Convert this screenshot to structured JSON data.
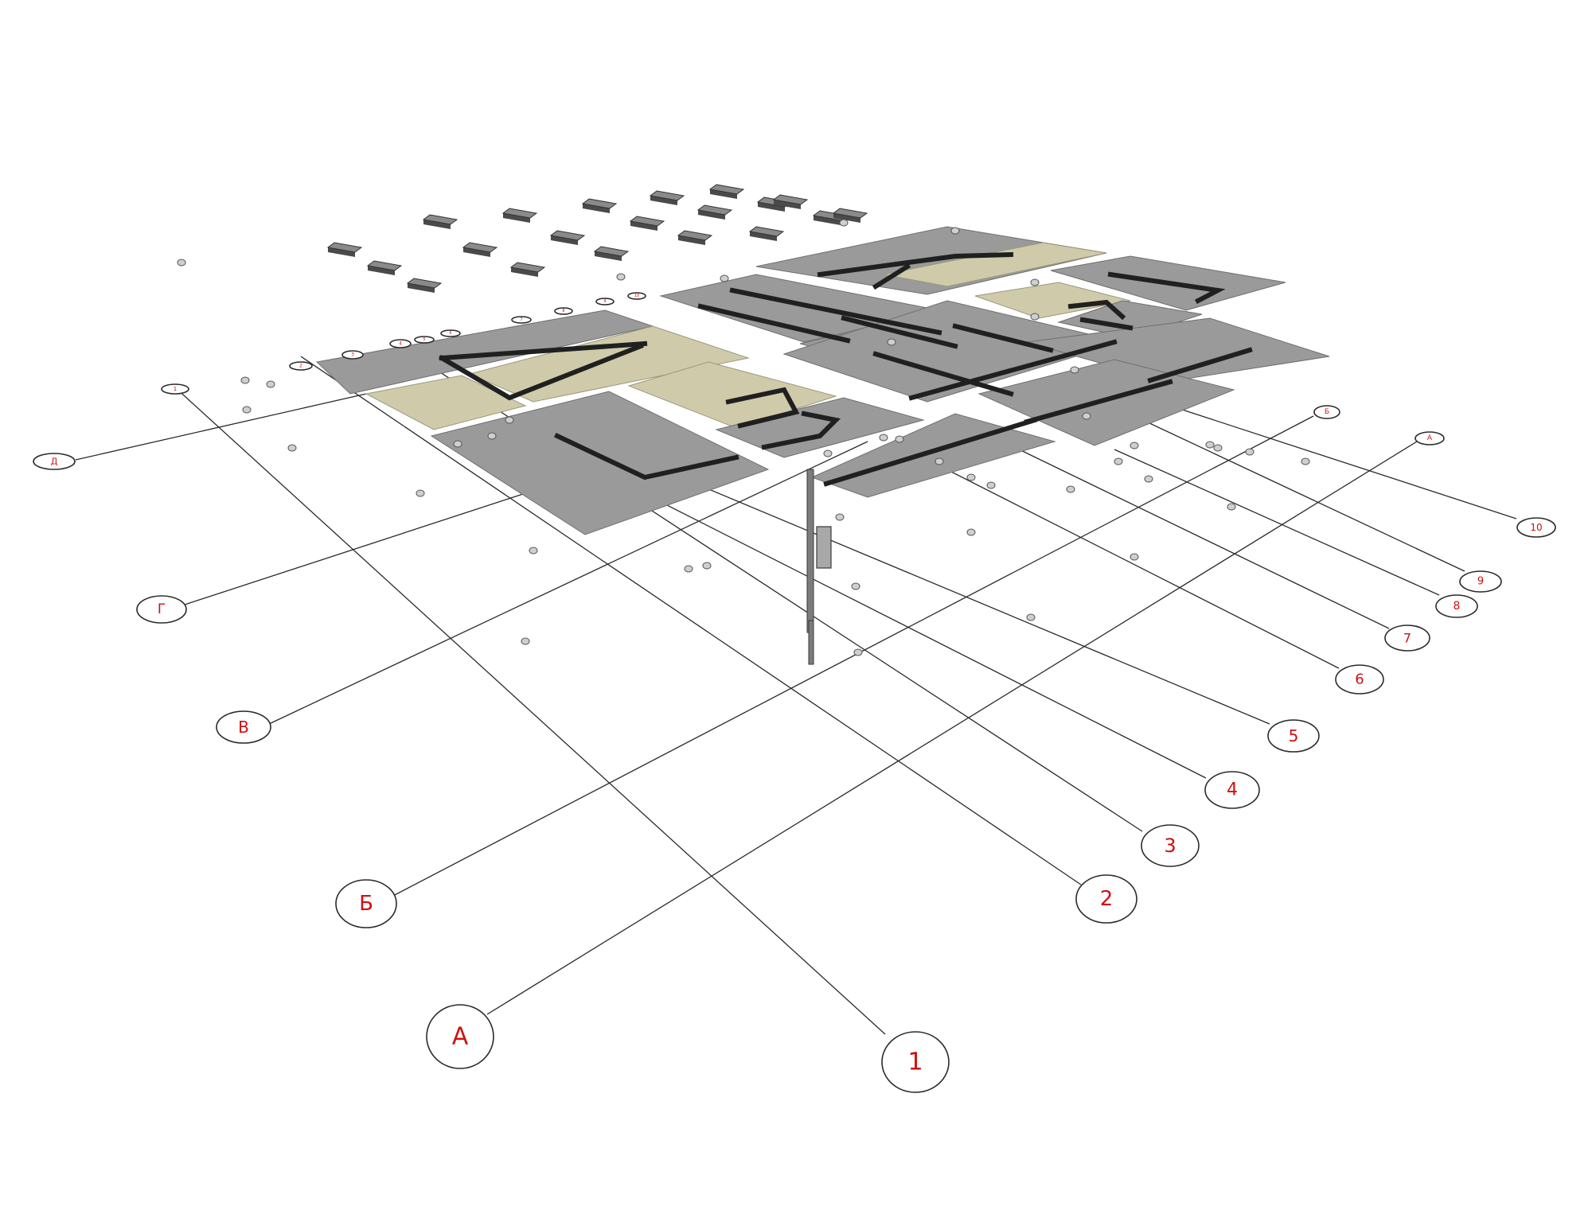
{
  "axes_letters": [
    "А",
    "Б",
    "В",
    "Г",
    "Д"
  ],
  "axes_numbers": [
    "1",
    "2",
    "3",
    "4",
    "5",
    "6",
    "7",
    "8",
    "9",
    "10"
  ],
  "far_letters": [
    "Б",
    "А"
  ],
  "far_numbers": [
    "1",
    "2",
    "3",
    "4",
    "5",
    "6",
    "7",
    "8",
    "9",
    "10"
  ],
  "colors": {
    "slab": "#9a9a9a",
    "floor": "#cfcbaa",
    "wall": "#202020",
    "bubble_text": "#d01010",
    "gridline": "#2a2a2a"
  }
}
